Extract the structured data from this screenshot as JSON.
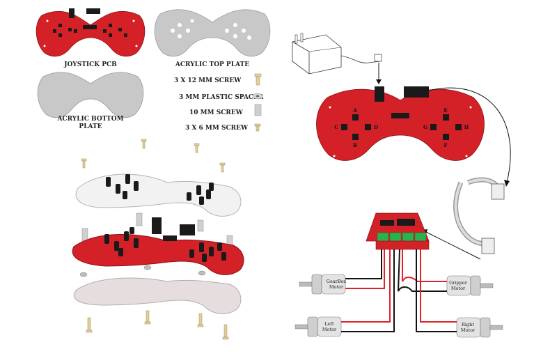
{
  "labels": {
    "joystick_pcb": "JOYSTICK PCB",
    "acrylic_top": "ACRYLIC TOP PLATE",
    "acrylic_bottom_1": "ACRYLIC BOTTOM",
    "acrylic_bottom_2": "PLATE"
  },
  "hardware": [
    "3 X 12 MM SCREW",
    "3 MM PLASTIC SPACER",
    "10 MM SCREW",
    "3 X 6 MM SCREW"
  ],
  "buttons": [
    "A",
    "B",
    "C",
    "D",
    "G",
    "E",
    "F",
    "H"
  ],
  "motors": {
    "gearbox": [
      "GearBox",
      "Motor"
    ],
    "gripper": [
      "Gripper",
      "Motor"
    ],
    "left": [
      "Left",
      "Motor"
    ],
    "right": [
      "Right",
      "Motor"
    ]
  },
  "colors": {
    "pcb_red": "#d42027",
    "acrylic_gray": "#c8c8c8",
    "wire_red": "#e0202a",
    "wire_black": "#111111"
  }
}
